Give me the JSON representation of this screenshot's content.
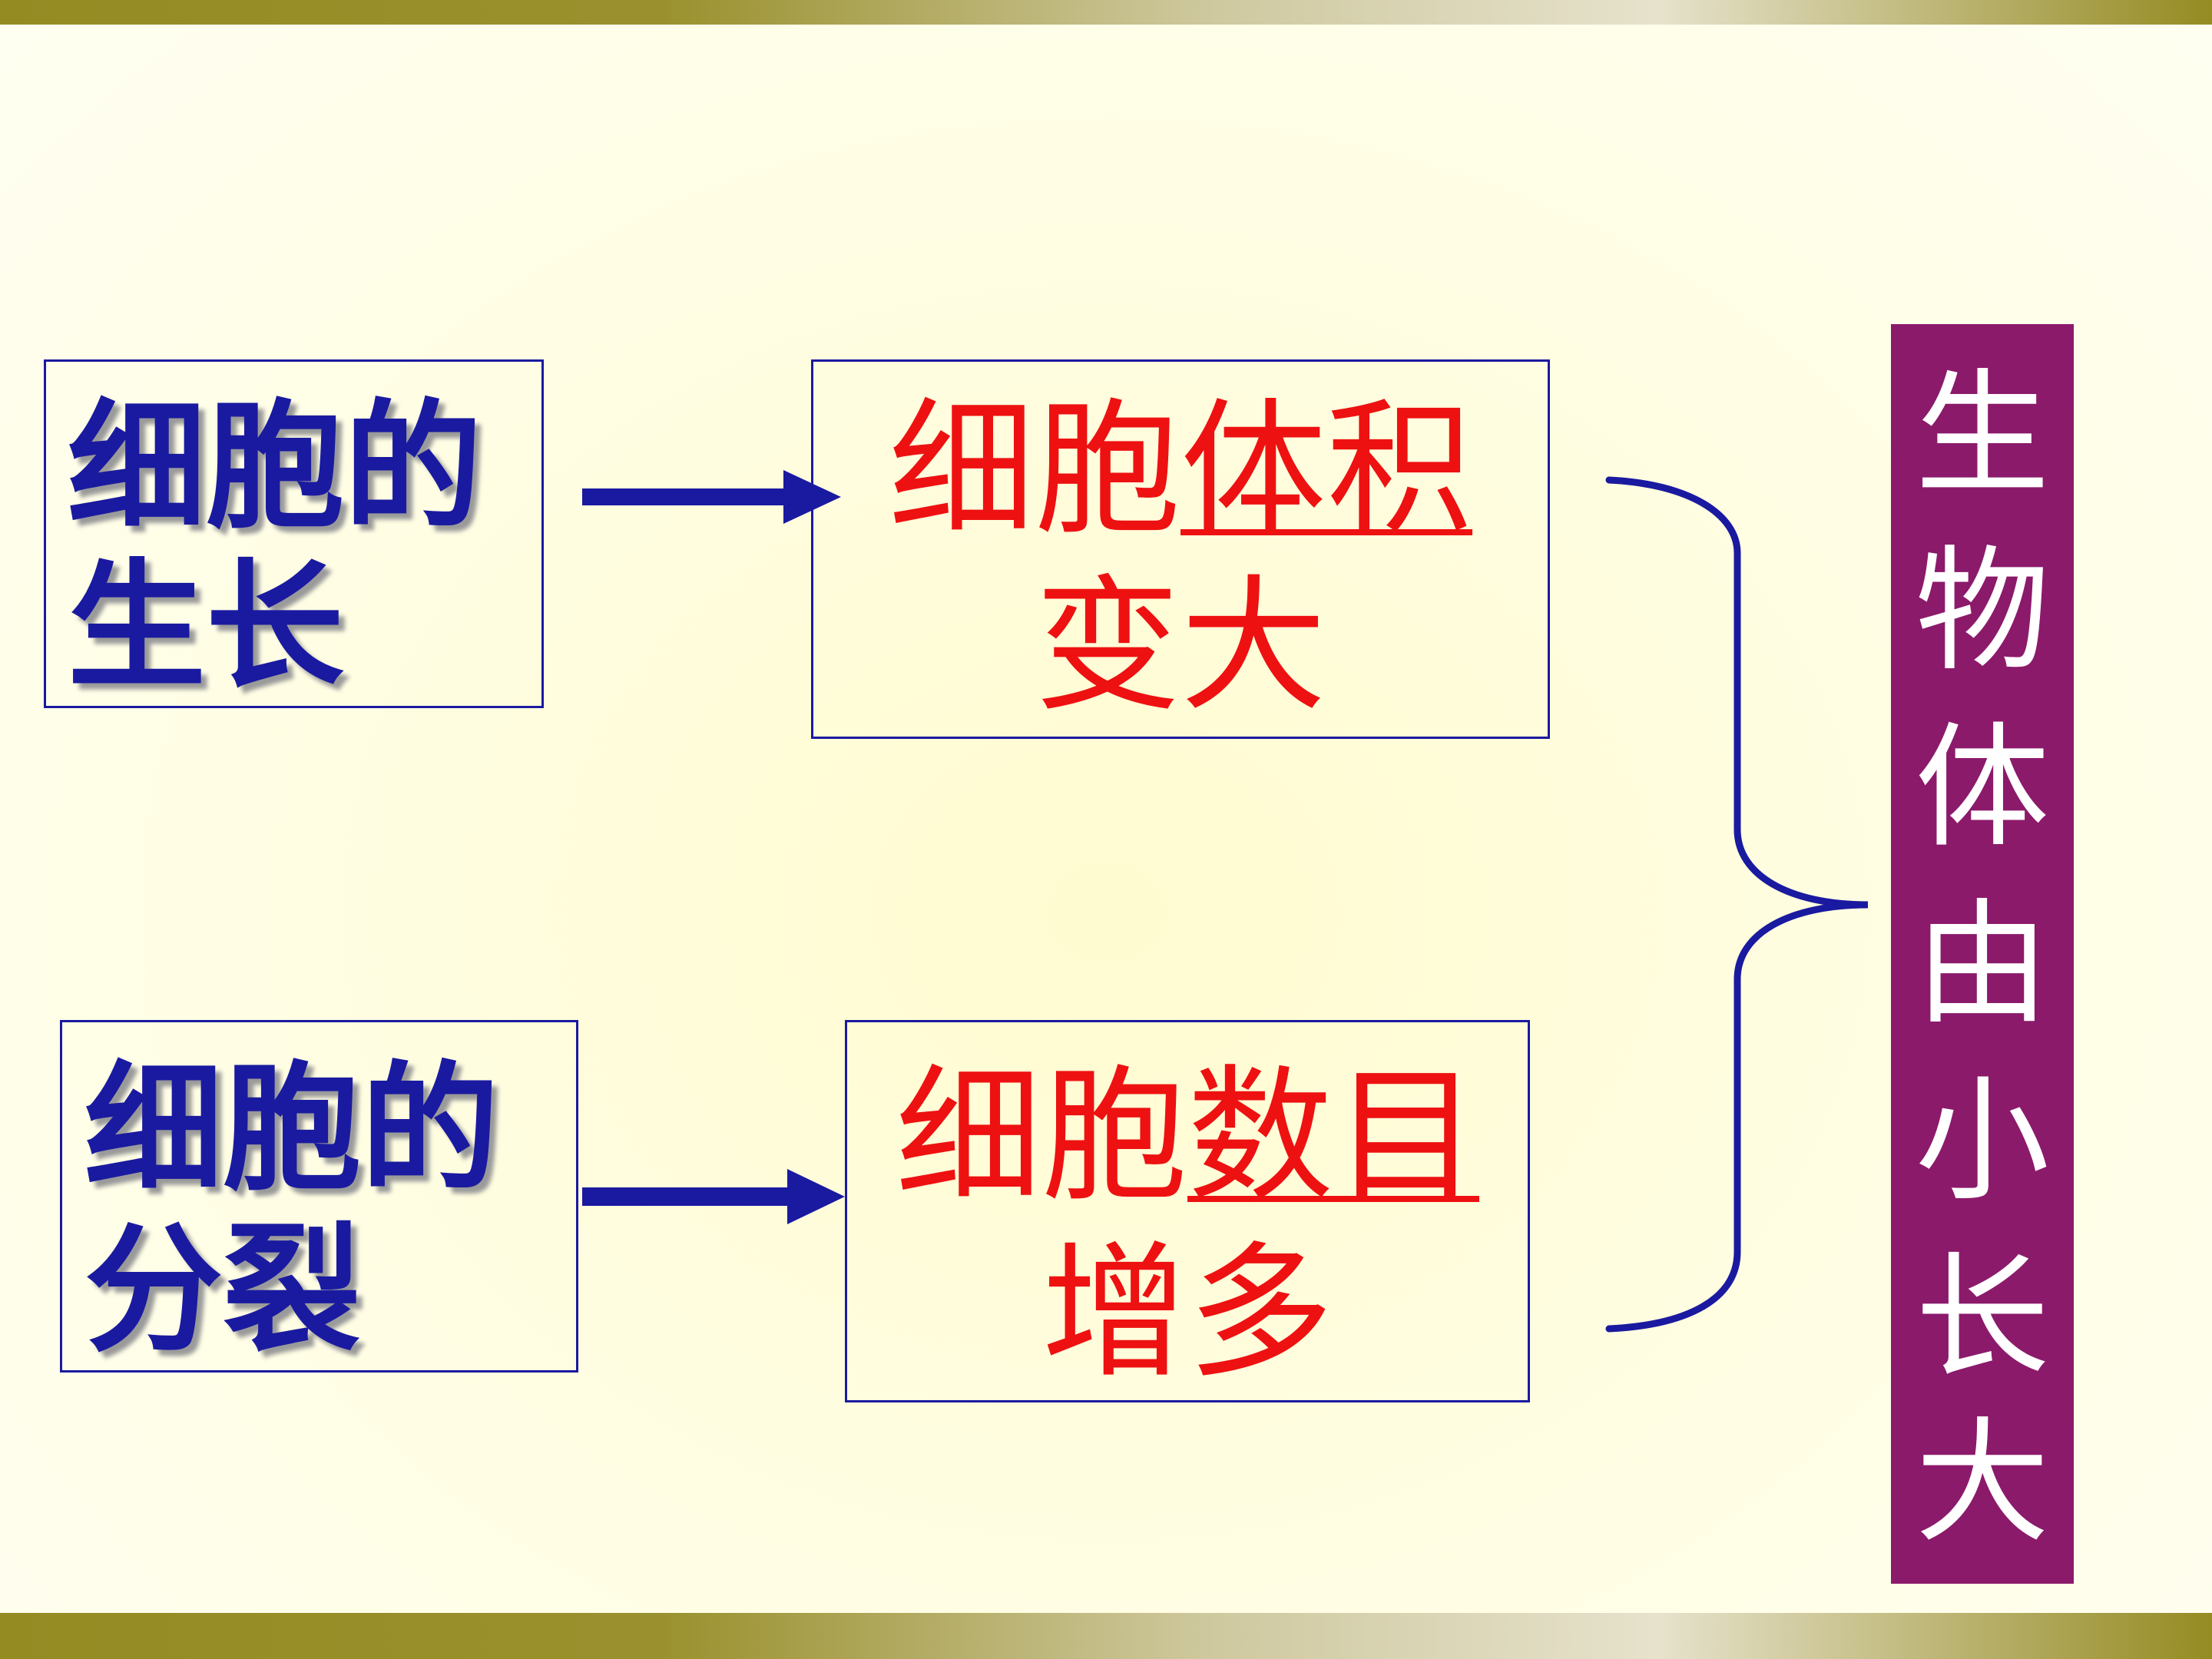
{
  "growth": {
    "source_line1": "细胞的",
    "source_line2": "生长",
    "result_plain": "细胞",
    "result_underlined": "体积",
    "result_line2": "变大"
  },
  "division": {
    "source_line1": "细胞的",
    "source_line2": "分裂",
    "result_plain": "细胞",
    "result_underlined": "数目",
    "result_line2": "增多"
  },
  "conclusion": {
    "chars": [
      "生",
      "物",
      "体",
      "由",
      "小",
      "长",
      "大"
    ]
  },
  "colors": {
    "box_border": "#1a1aa0",
    "source_text": "#1a1aa0",
    "result_text": "#ee1111",
    "arrow": "#1a1aa0",
    "conclusion_bg": "#8b1a6b",
    "conclusion_text": "#ffffff"
  }
}
